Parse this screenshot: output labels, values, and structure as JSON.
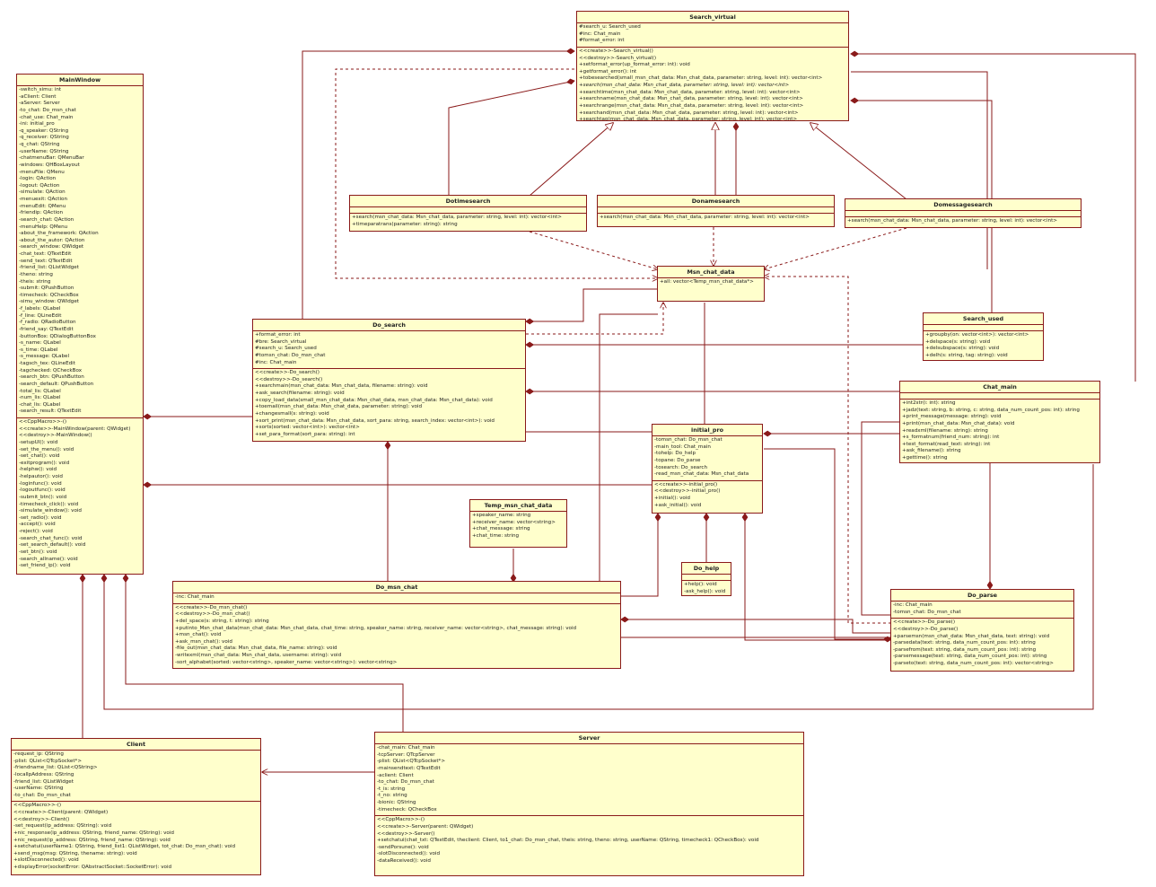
{
  "classes": [
    {
      "id": "search_virtual",
      "name": "Search_virtual",
      "attributes": [
        "#search_u: Search_used",
        "#inc: Chat_main",
        "#format_error: int"
      ],
      "operations": [
        "<<create>>-Search_virtual()",
        "<<destroy>>-Search_virtual()",
        "+setformat_error(up_format_error: int): void",
        "+getformat_error(): int",
        "+tobesearched(small_msn_chat_data: Msn_chat_data, parameter: string, level: int): vector<int>",
        "+search(msn_chat_data: Msn_chat_data, parameter: string, level: int): vector<int>",
        "+searchtime(msn_chat_data: Msn_chat_data, parameter: string, level: int): vector<int>",
        "+searchname(msn_chat_data: Msn_chat_data, parameter: string, level: int): vector<int>",
        "+searchrange(msn_chat_data: Msn_chat_data, parameter: string, level: int): vector<int>",
        "+searchand(msn_chat_data: Msn_chat_data, parameter: string, level: int): vector<int>",
        "+searchtag(msn_chat_data: Msn_chat_data, parameter: string, level: int): vector<int>"
      ]
    },
    {
      "id": "mainwindow",
      "name": "MainWindow",
      "attributes": [
        "-switch_simu: int",
        "-aClient: Client",
        "-aServer: Server",
        "-to_chat: Do_msn_chat",
        "-chat_use: Chat_main",
        "-ini: initial_pro",
        "-q_speaker: QString",
        "-q_receiver: QString",
        "-q_chat: QString",
        "-userName: QString",
        "-chatmenuBar: QMenuBar",
        "-windows: QHBoxLayout",
        "-menuFile: QMenu",
        "-login: QAction",
        "-logout: QAction",
        "-simulate: QAction",
        "-menuexit: QAction",
        "-menuEdit: QMenu",
        "-friendip: QAction",
        "-search_chat: QAction",
        "-menuHelp: QMenu",
        "-about_the_framework: QAction",
        "-about_the_autor: QAction",
        "-search_window: QWidget",
        "-chat_text: QTextEdit",
        "-send_text: QTextEdit",
        "-friend_list: QListWidget",
        "-theno: string",
        "-theis: string",
        "-submit: QPushButton",
        "-timecheck: QCheckBox",
        "-simu_window: QWidget",
        "-f_labels: QLabel",
        "-f_line: QLineEdit",
        "-f_radio: QRadioButton",
        "-friend_say: QTextEdit",
        "-buttonBox: QDialogButtonBox",
        "-s_name: QLabel",
        "-s_time: QLabel",
        "-s_message: QLabel",
        "-tagsch_tex: QLineEdit",
        "-tagchecked: QCheckBox",
        "-search_btn: QPushButton",
        "-search_default: QPushButton",
        "-total_lis: QLabel",
        "-num_lis: QLabel",
        "-chat_lis: QLabel",
        "-search_result: QTextEdit"
      ],
      "operations": [
        "<<CppMacro>>-()",
        "<<create>>-MainWindow(parent: QWidget)",
        "<<destroy>>-MainWindow()",
        "-setupUI(): void",
        "-set_the_menu(): void",
        "-set_chat(): void",
        "-exitprogram(): void",
        "-helphw(): void",
        "-helpautor(): void",
        "-loginfunc(): void",
        "-logoutfunc(): void",
        "-submit_btn(): void",
        "-timecheck_click(): void",
        "-simulate_window(): void",
        "-set_radio(): void",
        "-accept(): void",
        "-reject(): void",
        "-search_chat_func(): void",
        "-set_search_default(): void",
        "-set_btn(): void",
        "-search_allname(): void",
        "-set_friend_ip(): void"
      ]
    },
    {
      "id": "dotimesearch",
      "name": "Dotimesearch",
      "attributes": [],
      "operations": [
        "+search(msn_chat_data: Msn_chat_data, parameter: string, level: int): vector<int>",
        "+timeparatrans(parameter: string): string"
      ]
    },
    {
      "id": "donamesearch",
      "name": "Donamesearch",
      "attributes": [],
      "operations": [
        "+search(msn_chat_data: Msn_chat_data, parameter: string, level: int): vector<int>"
      ]
    },
    {
      "id": "domessagesearch",
      "name": "Domessagesearch",
      "attributes": [],
      "operations": [
        "+search(msn_chat_data: Msn_chat_data, parameter: string, level: int): vector<int>"
      ]
    },
    {
      "id": "msn_chat_data",
      "name": "Msn_chat_data",
      "attributes": [
        "+all: vector<Temp_msn_chat_data*>"
      ],
      "operations": []
    },
    {
      "id": "do_search",
      "name": "Do_search",
      "attributes": [
        "+format_error: int",
        "#bre: Search_virtual",
        "#search_u: Search_used",
        "#tomsn_chat: Do_msn_chat",
        "#inc: Chat_main"
      ],
      "operations": [
        "<<create>>-Do_search()",
        "<<destroy>>-Do_search()",
        "+searchmain(msn_chat_data: Msn_chat_data, filename: string): void",
        "+ask_search(filename: string): void",
        "+copy_load_data(small_msn_chat_data: Msn_chat_data, msn_chat_data: Msn_chat_data): void",
        "+toemail(msn_chat_data: Msn_chat_data, parameter: string): void",
        "+changesmall(s: string): void",
        "+sort_print(msn_chat_data: Msn_chat_data, sort_para: string, search_index: vector<int>): void",
        "+sorts(sorted: vector<int>): vector<int>",
        "+set_para_format(sort_para: string): int"
      ]
    },
    {
      "id": "search_used",
      "name": "Search_used",
      "attributes": [],
      "operations": [
        "+groupby(on: vector<int>): vector<int>",
        "+delspace(s: string): void",
        "+delsubspace(s: string): void",
        "+delh(s: string, tag: string): void"
      ]
    },
    {
      "id": "chat_main",
      "name": "Chat_main",
      "attributes": [],
      "operations": [
        "+int2str(i: int): string",
        "+jadz(text: string, b: string, c: string, data_num_count_pos: int): string",
        "+print_message(message: string): void",
        "+print(msn_chat_data: Msn_chat_data): void",
        "+readxml(filename: string): string",
        "+s_formatnum(friend_num: string): int",
        "+test_format(read_text: string): int",
        "+ask_filename(): string",
        "+gettime(): string"
      ]
    },
    {
      "id": "initial_pro",
      "name": "initial_pro",
      "attributes": [
        "-tomsn_chat: Do_msn_chat",
        "-main_tool: Chat_main",
        "-tohelp: Do_help",
        "-topane: Do_parse",
        "-tosearch: Do_search",
        "-read_msn_chat_data: Msn_chat_data"
      ],
      "operations": [
        "<<create>>-initial_pro()",
        "<<destroy>>-initial_pro()",
        "+initial(): void",
        "+ask_initial(): void"
      ]
    },
    {
      "id": "temp_msn_chat_data",
      "name": "Temp_msn_chat_data",
      "attributes": [
        "+speaker_name: string",
        "+receiver_name: vector<string>",
        "+chat_message: string",
        "+chat_time: string"
      ],
      "operations": []
    },
    {
      "id": "do_help",
      "name": "Do_help",
      "attributes": [],
      "operations": [
        "+help(): void",
        "-ask_help(): void"
      ]
    },
    {
      "id": "do_msn_chat",
      "name": "Do_msn_chat",
      "attributes": [
        "-inc: Chat_main"
      ],
      "operations": [
        "<<create>>-Do_msn_chat()",
        "<<destroy>>-Do_msn_chat()",
        "+del_space(s: string, t: string): string",
        "+putinto_Msn_chat_data(msn_chat_data: Msn_chat_data, chat_time: string, speaker_name: string, receiver_name: vector<string>, chat_message: string): void",
        "+msn_chat(): void",
        "+ask_msn_chat(): void",
        "-file_out(msn_chat_data: Msn_chat_data, file_name: string): void",
        "-writexml(msn_chat_data: Msn_chat_data, username: string): void",
        "-sort_alphabet(sorted: vector<string>, speaker_name: vector<string>): vector<string>"
      ]
    },
    {
      "id": "do_parse",
      "name": "Do_parse",
      "attributes": [
        "-inc: Chat_main",
        "-tomsn_chat: Do_msn_chat"
      ],
      "operations": [
        "<<create>>-Do_parse()",
        "<<destroy>>-Do_parse()",
        "+parsemsn(msn_chat_data: Msn_chat_data, text: string): void",
        "-parsedata(text: string, data_num_count_pos: int): string",
        "-parsefrom(text: string, data_num_count_pos: int): string",
        "-parsemessage(text: string, data_num_count_pos: int): string",
        "-parseto(text: string, data_num_count_pos: int): vector<string>"
      ]
    },
    {
      "id": "client",
      "name": "Client",
      "attributes": [
        "-request_ip: QString",
        "-plist: QList<QTcpSocket*>",
        "-friendname_list: QList<QString>",
        "-localIpAddress: QString",
        "-friend_list: QListWidget",
        "-userName: QString",
        "-to_chat: Do_msn_chat"
      ],
      "operations": [
        "<<CppMacro>>-()",
        "<<create>>-Client(parent: QWidget)",
        "<<destroy>>-Client()",
        "-set_request(ip_address: QString): void",
        "+nic_response(ip_address: QString, friend_name: QString): void",
        "+nic_request(ip_address: QString, friend_name: QString): void",
        "+setchatui(userName1: QString, friend_list1: QListWidget, tot_chat: Do_msn_chat): void",
        "+send_msg(msg: QString, thename: string): void",
        "+slotDisconnected(): void",
        "+displayError(socketError: QAbstractSocket::SocketError): void"
      ]
    },
    {
      "id": "server",
      "name": "Server",
      "attributes": [
        "-chat_main: Chat_main",
        "-tcpServer: QTcpServer",
        "-plist: QList<QTcpSocket*>",
        "-mainsendtext: QTextEdit",
        "-aclient: Client",
        "-to_chat: Do_msn_chat",
        "-t_is: string",
        "-t_no: string",
        "-bionic: QString",
        "-timecheck: QCheckBox"
      ],
      "operations": [
        "<<CppMacro>>-()",
        "<<create>>-Server(parent: QWidget)",
        "<<destroy>>-Server()",
        "+setchatui(chat_txt: QTextEdit, theclient: Client, to1_chat: Do_msn_chat, theis: string, theno: string, userName: QString, timecheck1: QCheckBox): void",
        "-sendPorsune(): void",
        "-slotDisconnected(): void",
        "-dataReceived(): void"
      ]
    }
  ]
}
